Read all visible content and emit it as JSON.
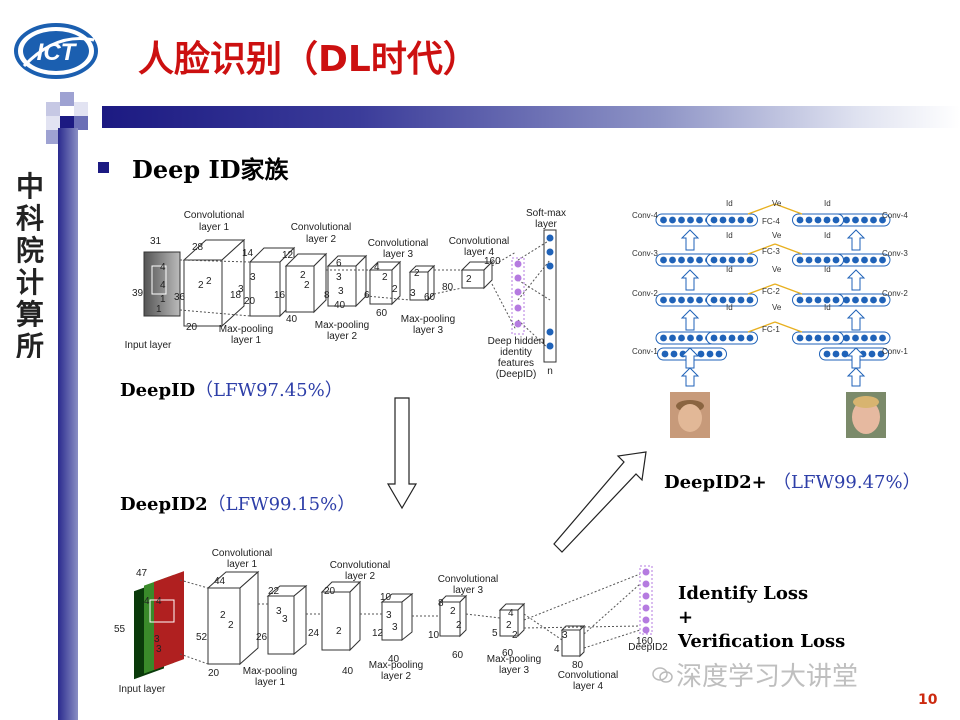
{
  "header": {
    "logo_text": "ICT",
    "title": "人脸识别（DL时代）",
    "vertical_calligraphy": "中科院计算所"
  },
  "section": {
    "bullet_text": "Deep ID家族"
  },
  "deepid": {
    "caption_name": "DeepID",
    "caption_value": "（LFW97.45%）",
    "labels": {
      "conv1": "Convolutional layer 1",
      "conv2": "Convolutional layer 2",
      "conv3": "Convolutional layer 3",
      "conv4": "Convolutional layer 4",
      "softmax": "Soft-max layer",
      "input": "Input layer",
      "pool1": "Max-pooling layer 1",
      "pool2": "Max-pooling layer 2",
      "pool3": "Max-pooling layer 3",
      "hidden": "Deep hidden identity features (DeepID)",
      "n": "n",
      "dims": [
        "31",
        "39",
        "4",
        "4",
        "1",
        "1",
        "28",
        "36",
        "2",
        "2",
        "20",
        "14",
        "18",
        "20",
        "3",
        "3",
        "12",
        "16",
        "2",
        "2",
        "40",
        "6",
        "8",
        "3",
        "3",
        "40",
        "4",
        "6",
        "2",
        "2",
        "60",
        "2",
        "3",
        "60",
        "80",
        "2",
        "160"
      ]
    }
  },
  "deepid2": {
    "caption_name": "DeepID2",
    "caption_value": "（LFW99.15%）",
    "labels": {
      "conv1": "Convolutional layer 1",
      "conv2": "Convolutional layer 2",
      "conv3": "Convolutional layer 3",
      "conv4": "Convolutional layer 4",
      "input": "Input layer",
      "pool1": "Max-pooling layer 1",
      "pool2": "Max-pooling layer 2",
      "pool3": "Max-pooling layer 3",
      "out": "DeepID2",
      "dims": [
        "47",
        "55",
        "4",
        "4",
        "3",
        "3",
        "44",
        "52",
        "2",
        "2",
        "20",
        "22",
        "26",
        "3",
        "3",
        "24",
        "20",
        "2",
        "40",
        "10",
        "12",
        "3",
        "3",
        "40",
        "8",
        "10",
        "2",
        "2",
        "60",
        "4",
        "5",
        "2",
        "2",
        "60",
        "3",
        "80",
        "4",
        "160"
      ]
    }
  },
  "deepid2plus": {
    "caption_name": "DeepID2+",
    "caption_value": "（LFW99.47%）",
    "labels": {
      "id": "Id",
      "ve": "Ve",
      "fc4": "FC-4",
      "fc3": "FC-3",
      "fc2": "FC-2",
      "fc1": "FC-1",
      "conv4": "Conv-4",
      "conv3": "Conv-3",
      "conv2": "Conv-2",
      "conv1": "Conv-1"
    }
  },
  "losses": {
    "line1": "Identify Loss",
    "line2": "+",
    "line3": "Verification Loss"
  },
  "footer": {
    "watermark": "深度学习大讲堂",
    "page_number": "10"
  },
  "colors": {
    "title_red": "#cc1010",
    "navy": "#1c1a82",
    "value_blue": "#2d3ea8",
    "neuron_blue": "#1f62b8",
    "neuron_purple": "#b57be0"
  }
}
